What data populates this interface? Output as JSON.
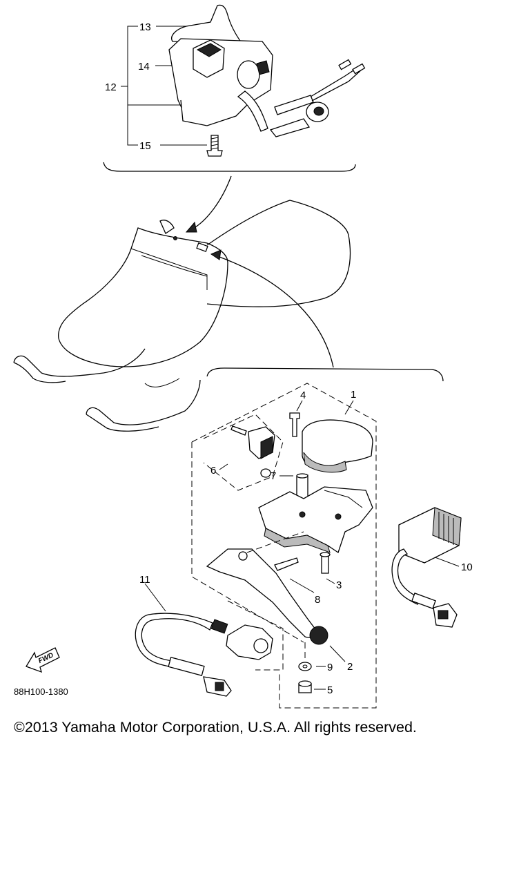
{
  "diagram": {
    "callouts": {
      "c1": "1",
      "c2": "2",
      "c3": "3",
      "c4": "4",
      "c5": "5",
      "c6": "6",
      "c7": "7",
      "c8": "8",
      "c9": "9",
      "c10": "10",
      "c11": "11",
      "c12": "12",
      "c13": "13",
      "c14": "14",
      "c15": "15"
    },
    "fwd_label": "FWD",
    "drawing_code": "88H100-1380"
  },
  "footer": {
    "copyright": "©2013 Yamaha Motor Corporation, U.S.A. All rights reserved."
  }
}
